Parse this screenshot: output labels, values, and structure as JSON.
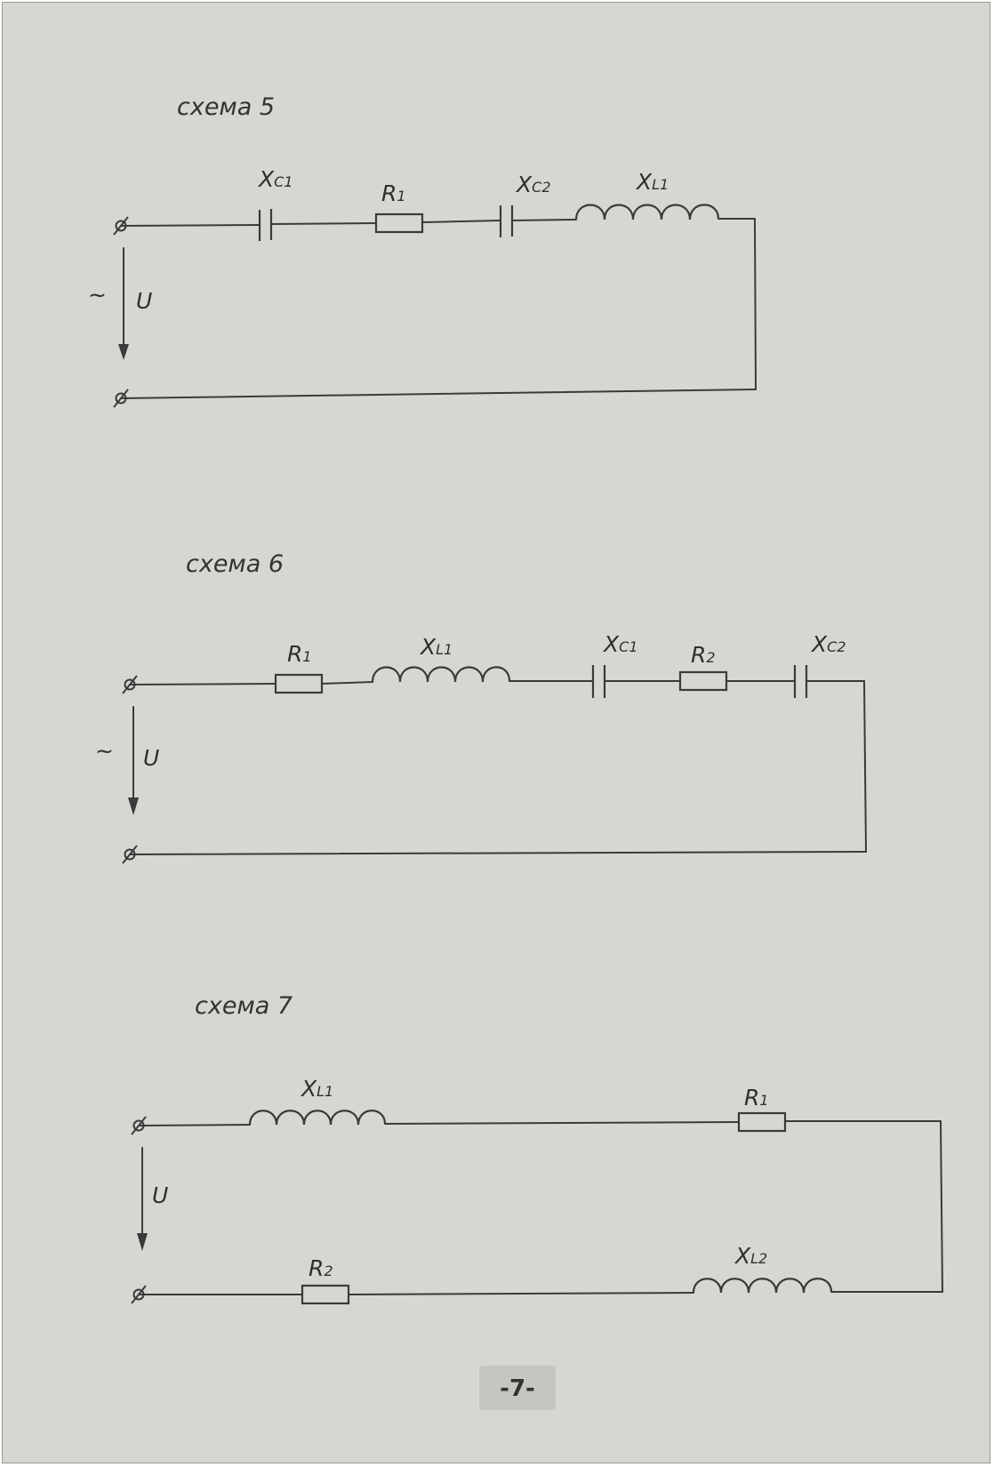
{
  "schemes": [
    {
      "title": "схема 5",
      "source_symbol": "~",
      "voltage_label": "U",
      "components": [
        {
          "type": "capacitor",
          "label": "X",
          "sub": "C1"
        },
        {
          "type": "resistor",
          "label": "R",
          "sub": "1"
        },
        {
          "type": "capacitor",
          "label": "X",
          "sub": "C2"
        },
        {
          "type": "inductor",
          "label": "X",
          "sub": "L1"
        }
      ]
    },
    {
      "title": "схема 6",
      "source_symbol": "~",
      "voltage_label": "U",
      "components": [
        {
          "type": "resistor",
          "label": "R",
          "sub": "1"
        },
        {
          "type": "inductor",
          "label": "X",
          "sub": "L1"
        },
        {
          "type": "capacitor",
          "label": "X",
          "sub": "C1"
        },
        {
          "type": "resistor",
          "label": "R",
          "sub": "2"
        },
        {
          "type": "capacitor",
          "label": "X",
          "sub": "C2"
        }
      ]
    },
    {
      "title": "схема 7",
      "voltage_label": "U",
      "components": [
        {
          "type": "inductor",
          "label": "X",
          "sub": "L1"
        },
        {
          "type": "resistor",
          "label": "R",
          "sub": "1"
        },
        {
          "type": "inductor",
          "label": "X",
          "sub": "L2"
        },
        {
          "type": "resistor",
          "label": "R",
          "sub": "2"
        }
      ]
    }
  ],
  "page_number": "-7-"
}
